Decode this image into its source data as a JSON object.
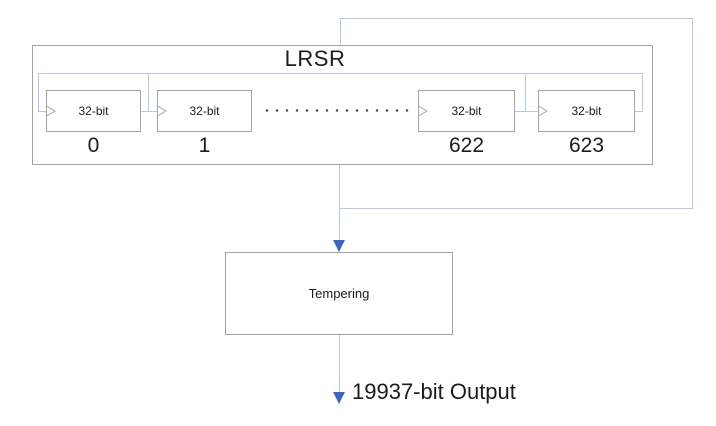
{
  "diagram": {
    "title": "LRSR",
    "registers": [
      {
        "bits": "32-bit",
        "index": "0"
      },
      {
        "bits": "32-bit",
        "index": "1"
      },
      {
        "bits": "32-bit",
        "index": "622"
      },
      {
        "bits": "32-bit",
        "index": "623"
      }
    ],
    "tempering": {
      "label": "Tempering"
    },
    "output": {
      "label": "19937-bit Output"
    }
  },
  "icons": {
    "clock_input": "triangle-right-outline",
    "arrow_down": "filled-triangle-down"
  },
  "colors": {
    "loop-line": "#b9c7e4",
    "arrow-blue": "#3f63c1",
    "border-gray": "#a3a3a3",
    "text-black": "#1c1c1c"
  }
}
